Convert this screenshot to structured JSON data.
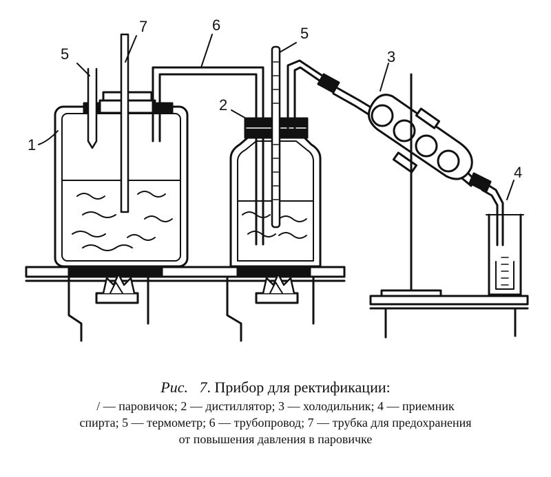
{
  "labels": {
    "n1": "1",
    "n2": "2",
    "n3": "3",
    "n4": "4",
    "n5": "5",
    "n5b": "5",
    "n6": "6",
    "n7": "7"
  },
  "caption": {
    "fig_prefix": "Рис.",
    "fig_number": "7",
    "title": ". Прибор для ректификации:",
    "line1": "/ — паровичок; 2 — дистиллятор; 3 — холодильник; 4 — приемник",
    "line2": "спирта; 5 — термометр; 6 — трубопровод; 7 — трубка для предохранения",
    "line3": "от повышения давления в паровичке"
  }
}
